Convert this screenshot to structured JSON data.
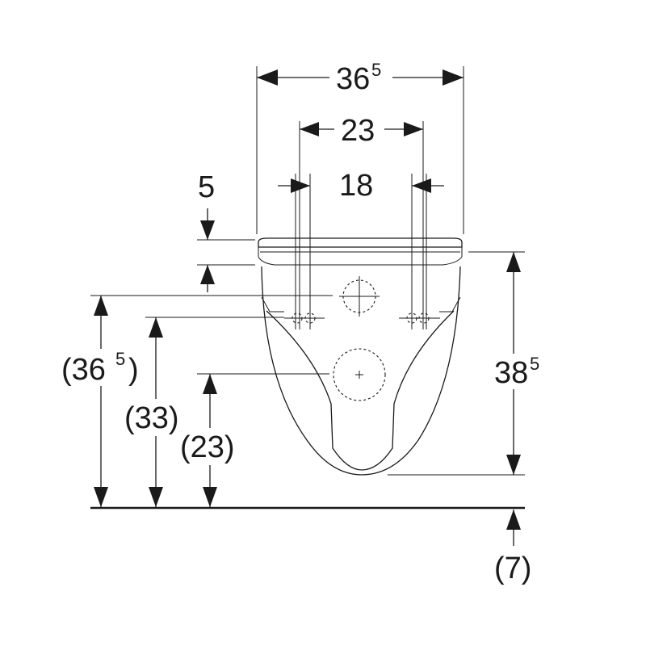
{
  "dimensions": {
    "overall_width": {
      "main": "36",
      "sup": "5"
    },
    "inlet_width": "23",
    "fixing_spacing": "18",
    "fixing_offset": "5",
    "overall_height": {
      "main": "38",
      "sup": "5"
    },
    "fixing_height": {
      "open": "(36",
      "sup": "5",
      "close": ")"
    },
    "inlet_height": "(33)",
    "outlet_height": "(23)",
    "floor_gap": "(7)"
  }
}
